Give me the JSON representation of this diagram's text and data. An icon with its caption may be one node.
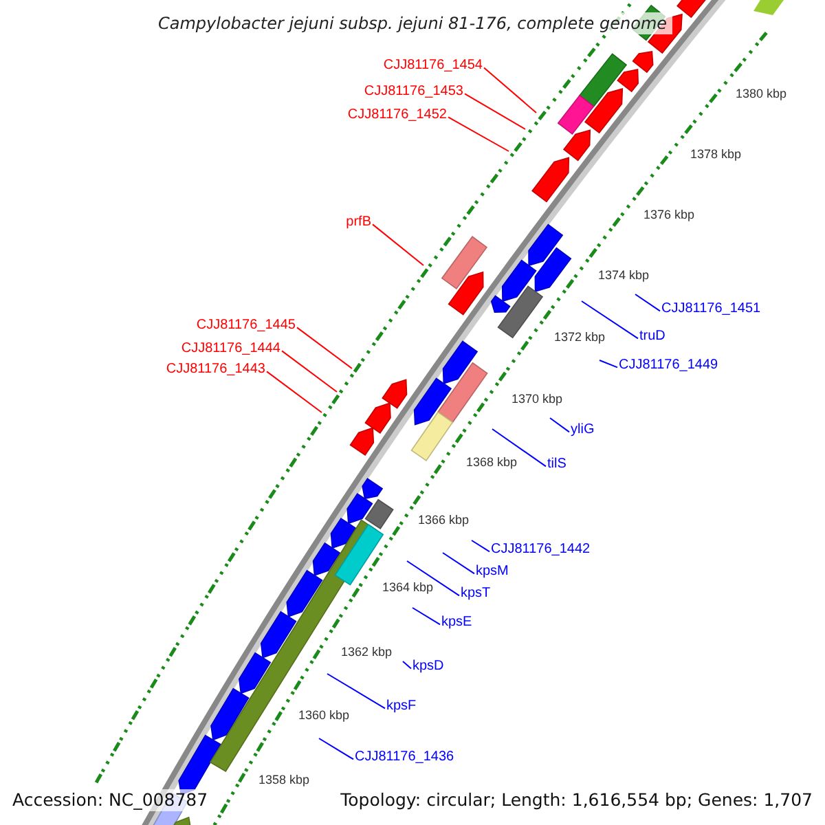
{
  "diagram": {
    "title": "Campylobacter jejuni subsp. jejuni 81-176, complete genome",
    "nodes": [
      {
        "text": [
          "CJJ81176_1454"
        ]
      },
      {
        "text": [
          "CJJ81176_1453"
        ]
      },
      {
        "text": [
          "CJJ81176_1452"
        ]
      },
      {
        "text": [
          "prfB"
        ]
      },
      {
        "text": [
          "CJJ81176_1451"
        ]
      },
      {
        "text": [
          "CJJ81176_1445"
        ]
      },
      {
        "text": [
          "truD"
        ]
      },
      {
        "text": [
          "CJJ81176_1444"
        ]
      },
      {
        "text": [
          "CJJ81176_1449"
        ]
      },
      {
        "text": [
          "CJJ81176_1443"
        ]
      },
      {
        "text": [
          "yliG"
        ]
      },
      {
        "text": [
          "tilS"
        ]
      },
      {
        "text": [
          "CJJ81176_1442"
        ]
      },
      {
        "text": [
          "kpsM"
        ]
      },
      {
        "text": [
          "kpsT"
        ]
      },
      {
        "text": [
          "kpsE"
        ]
      },
      {
        "text": [
          "kpsD"
        ]
      },
      {
        "text": [
          "kpsF"
        ]
      },
      {
        "text": [
          "CJJ81176_1436"
        ]
      }
    ],
    "edges": [
      {
        "from": 0,
        "to": null,
        "arrow": "none",
        "color": "#ff0000"
      },
      {
        "from": 1,
        "to": null,
        "arrow": "none",
        "color": "#ff0000"
      },
      {
        "from": 2,
        "to": null,
        "arrow": "none",
        "color": "#ff0000"
      },
      {
        "from": 3,
        "to": null,
        "arrow": "none",
        "color": "#ff0000"
      },
      {
        "from": 4,
        "to": null,
        "arrow": "none"
      },
      {
        "from": 5,
        "to": null,
        "arrow": "none",
        "color": "#ff0000"
      },
      {
        "from": 6,
        "to": null,
        "arrow": "none"
      },
      {
        "from": 7,
        "to": null,
        "arrow": "none",
        "color": "#ff0000"
      },
      {
        "from": 8,
        "to": null,
        "arrow": "none"
      },
      {
        "from": 9,
        "to": null,
        "arrow": "none",
        "color": "#ff0000"
      },
      {
        "from": 10,
        "to": null,
        "arrow": "none"
      },
      {
        "from": 11,
        "to": null,
        "arrow": "none"
      },
      {
        "from": 12,
        "to": null,
        "arrow": "none"
      },
      {
        "from": 13,
        "to": null,
        "arrow": "none"
      },
      {
        "from": 14,
        "to": null,
        "arrow": "none"
      },
      {
        "from": 15,
        "to": null,
        "arrow": "none"
      },
      {
        "from": 16,
        "to": null,
        "arrow": "none"
      },
      {
        "from": 17,
        "to": null,
        "arrow": "none"
      },
      {
        "from": 18,
        "to": null,
        "arrow": "none"
      }
    ],
    "labels": [
      "1380 kbp",
      "1378 kbp",
      "1376 kbp",
      "1374 kbp",
      "1372 kbp",
      "1370 kbp",
      "1368 kbp",
      "1366 kbp",
      "1364 kbp",
      "1362 kbp",
      "1360 kbp",
      "1358 kbp",
      "Accession: NC_008787",
      "Topology: circular; Length: 1,616,554 bp; Genes: 1,707"
    ]
  }
}
